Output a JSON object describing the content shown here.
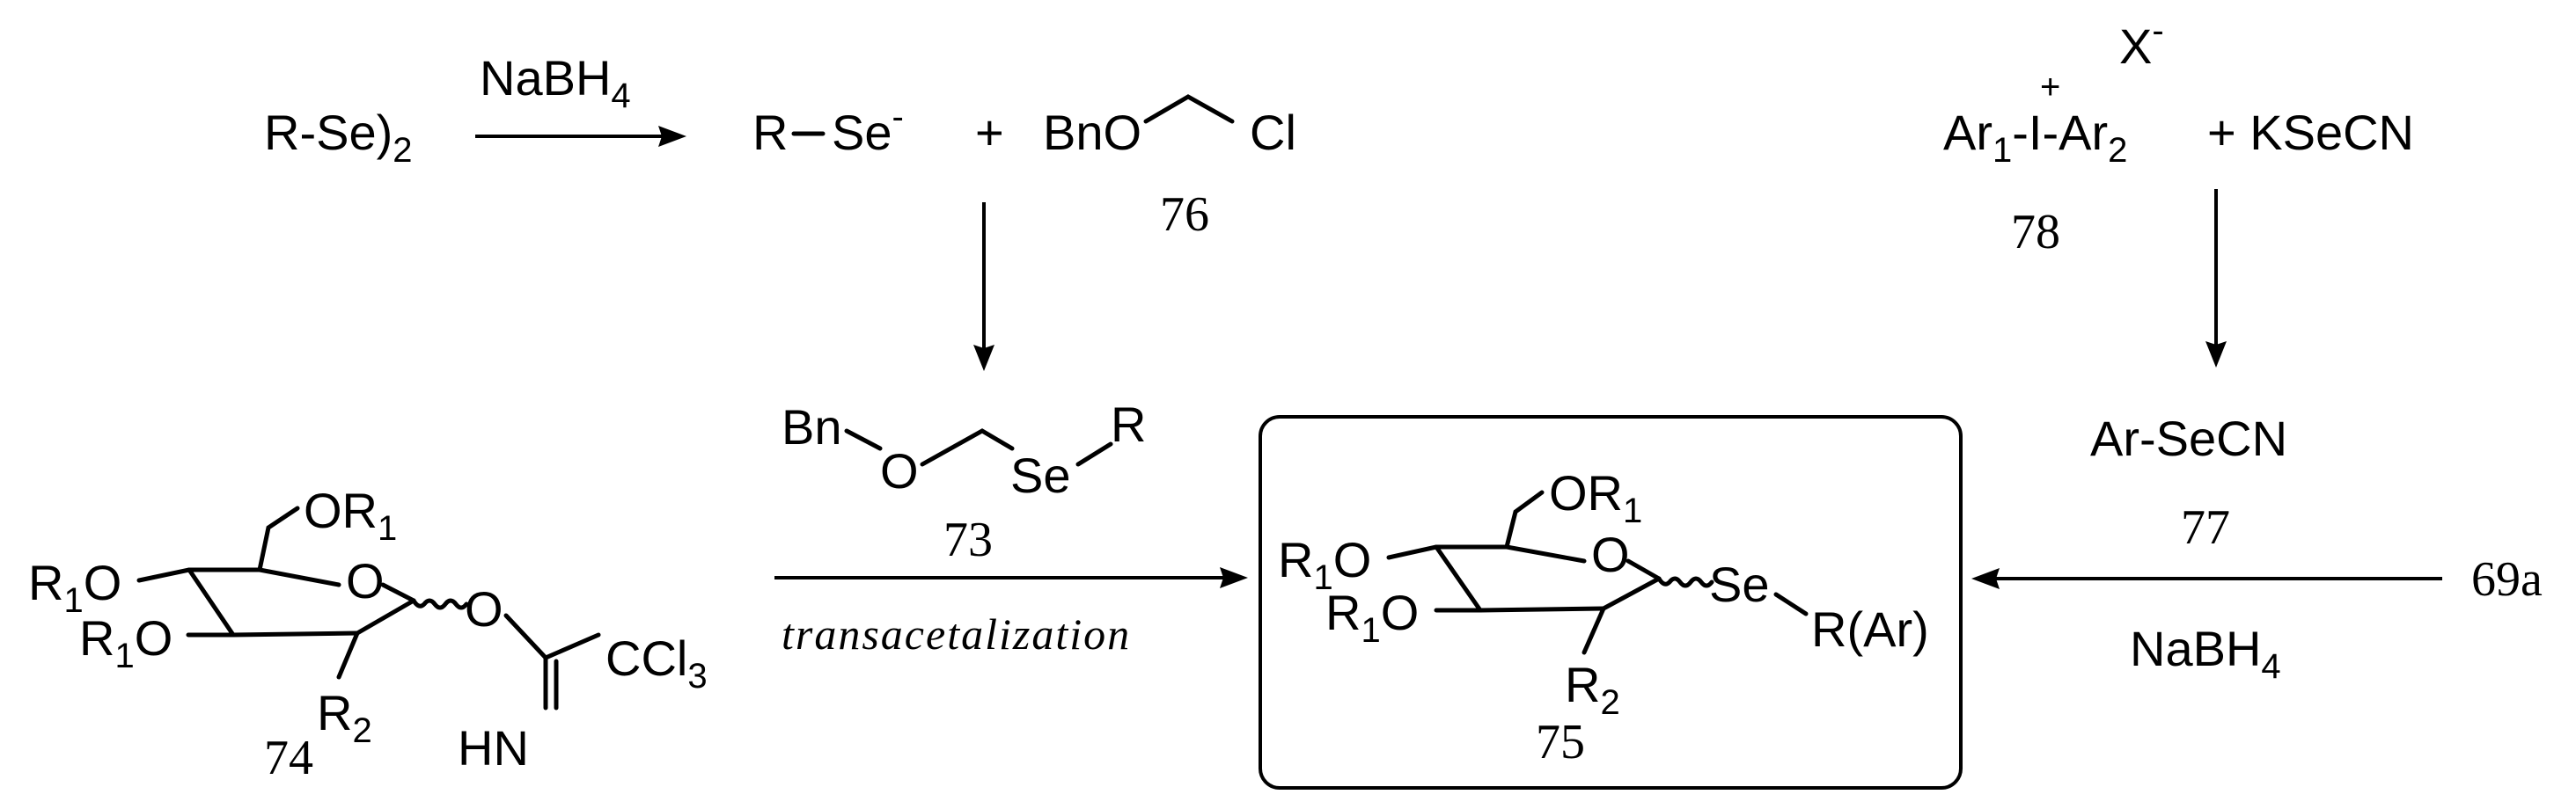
{
  "reagents": {
    "diselenide": "R-Se)",
    "diselenide_sub": "2",
    "nabh4_top": "NaBH",
    "nabh4_top_sub": "4",
    "selenolate": "R",
    "selenolate_se": "Se",
    "selenolate_charge": "-",
    "plus1": "+",
    "bnocl_bno": "BnO",
    "bnocl_cl": "Cl",
    "label_76": "76",
    "x_minus": "X",
    "x_minus_charge": "-",
    "iodonium_plus": "+",
    "iodonium": "Ar",
    "iodonium_s1": "1",
    "iodonium_mid": "-I-Ar",
    "iodonium_s2": "2",
    "kse_cn": "+ KSeCN",
    "label_78": "78",
    "arsecn": "Ar-SeCN",
    "label_77": "77",
    "label_69a": "69a",
    "nabh4_bottom": "NaBH",
    "nabh4_bottom_sub": "4"
  },
  "compound73": {
    "bn": "Bn",
    "o": "O",
    "se": "Se",
    "r": "R",
    "label": "73"
  },
  "compound74": {
    "or1_top": "OR",
    "or1_top_sub": "1",
    "r1o_left_r": "R",
    "r1o_left_sub": "1",
    "r1o_left_o": "O",
    "r1o_second_r": "R",
    "r1o_second_sub": "1",
    "r1o_second_o": "O",
    "ring_o": "O",
    "r2": "R",
    "r2_sub": "2",
    "link_o": "O",
    "ccl3": "CCl",
    "ccl3_sub": "3",
    "hn": "HN",
    "label": "74"
  },
  "transformation": "transacetalization",
  "compound75": {
    "or1_top": "OR",
    "or1_top_sub": "1",
    "r1o_left_r": "R",
    "r1o_left_sub": "1",
    "r1o_left_o": "O",
    "r1o_second_r": "R",
    "r1o_second_sub": "1",
    "r1o_second_o": "O",
    "ring_o": "O",
    "r2": "R",
    "r2_sub": "2",
    "se": "Se",
    "rar": "R(Ar)",
    "label": "75"
  }
}
